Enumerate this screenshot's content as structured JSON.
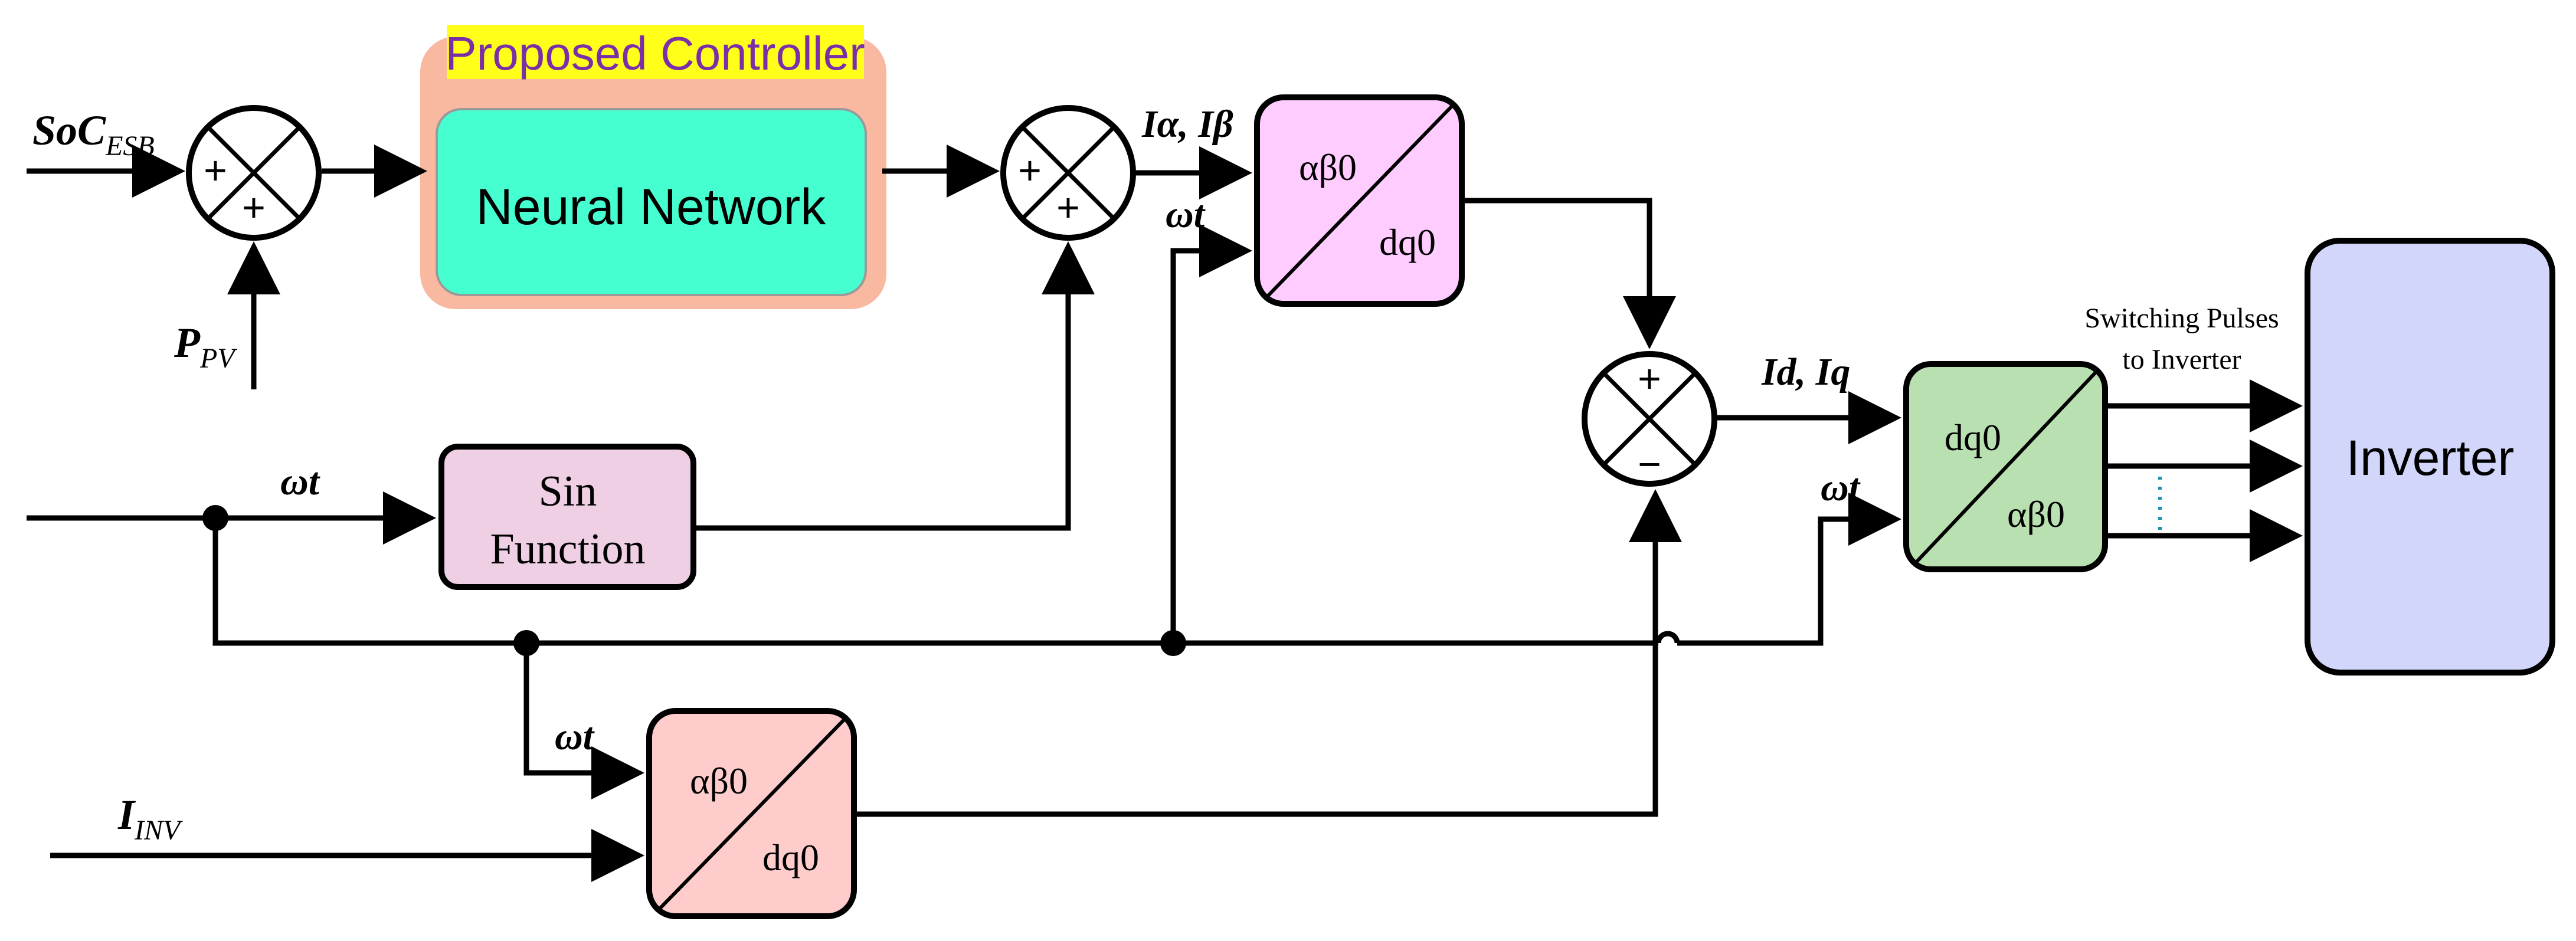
{
  "controller_title": "Proposed Controller",
  "neural_network_label": "Neural Network",
  "sin_block": {
    "line1": "Sin",
    "line2": "Function"
  },
  "inverter_label": "Inverter",
  "switching_note": {
    "line1": "Switching Pulses",
    "line2": "to Inverter"
  },
  "transform_top": {
    "in": "αβ0",
    "out": "dq0"
  },
  "transform_bottom": {
    "in": "αβ0",
    "out": "dq0"
  },
  "transform_inverse": {
    "in": "dq0",
    "out": "αβ0"
  },
  "signals": {
    "soc": {
      "main": "SoC",
      "sub": "ESB"
    },
    "ppv": {
      "main": "P",
      "sub": "PV"
    },
    "iinv": {
      "main": "I",
      "sub": "INV"
    },
    "ialpha_beta": "Iα, Iβ",
    "id_iq": "Id, Iq",
    "omega_t": "ωt"
  },
  "signs": {
    "plus": "+",
    "minus": "−"
  },
  "colors": {
    "controller_bg": "#f9b8a0",
    "controller_title_bg": "#ffff1a",
    "controller_title_text": "#7a2fa8",
    "neural_network": "#45ffd0",
    "sin_function": "#efcfe3",
    "transform_top": "#ffccff",
    "transform_bottom": "#ffcccc",
    "transform_inverse": "#b8e0b0",
    "inverter": "#d2d6fa"
  }
}
